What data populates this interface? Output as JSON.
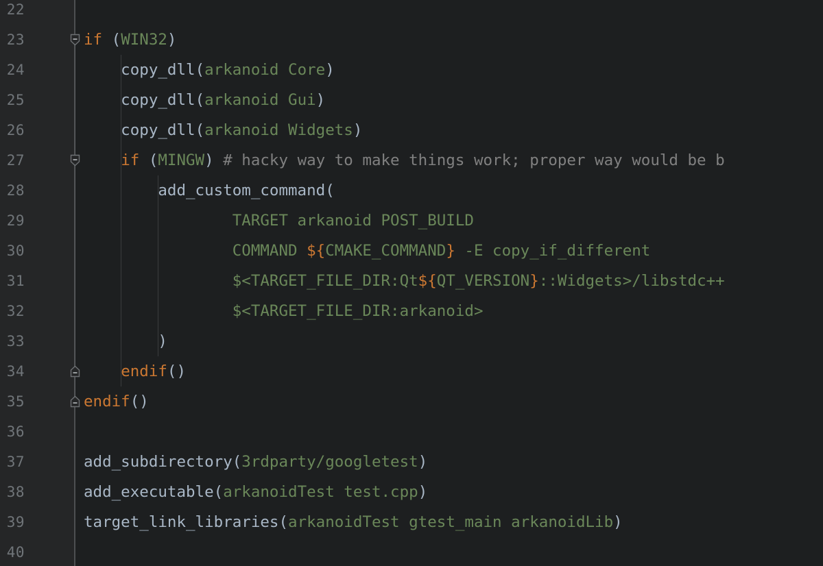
{
  "editor": {
    "file_type": "cmake",
    "theme": "darcula-dark",
    "colors": {
      "background": "#1d1f20",
      "gutter_background": "#252627",
      "gutter_divider": "#4d4f51",
      "line_number": "#707579",
      "default_text": "#A9B7C6",
      "keyword": "#CC7832",
      "argument": "#6A8759",
      "comment": "#808080",
      "indent_guide": "#3a3d3f",
      "fold_marker": "#6e7174"
    },
    "first_line_number": 22,
    "last_line_number": 40,
    "line_height": 44,
    "font_size": 22.5
  },
  "gutter": {
    "line_numbers": [
      "22",
      "23",
      "24",
      "25",
      "26",
      "27",
      "28",
      "29",
      "30",
      "31",
      "32",
      "33",
      "34",
      "35",
      "36",
      "37",
      "38",
      "39",
      "40"
    ],
    "fold_markers": [
      {
        "line": 23,
        "state": "expanded",
        "direction": "down",
        "glyph": "fold-minus-down-icon"
      },
      {
        "line": 27,
        "state": "expanded",
        "direction": "down",
        "glyph": "fold-minus-down-icon"
      },
      {
        "line": 34,
        "state": "expanded",
        "direction": "up",
        "glyph": "fold-minus-up-icon"
      },
      {
        "line": 35,
        "state": "expanded",
        "direction": "up",
        "glyph": "fold-minus-up-icon"
      }
    ]
  },
  "code": {
    "lines": [
      {
        "n": 22,
        "indent": 0,
        "tokens": []
      },
      {
        "n": 23,
        "indent": 0,
        "tokens": [
          {
            "t": "if",
            "c": "kw"
          },
          {
            "t": " ",
            "c": "fn"
          },
          {
            "t": "(",
            "c": "paren"
          },
          {
            "t": "WIN32",
            "c": "arg"
          },
          {
            "t": ")",
            "c": "paren"
          }
        ]
      },
      {
        "n": 24,
        "indent": 1,
        "tokens": [
          {
            "t": "    copy_dll",
            "c": "fn"
          },
          {
            "t": "(",
            "c": "paren"
          },
          {
            "t": "arkanoid Core",
            "c": "arg"
          },
          {
            "t": ")",
            "c": "paren"
          }
        ]
      },
      {
        "n": 25,
        "indent": 1,
        "tokens": [
          {
            "t": "    copy_dll",
            "c": "fn"
          },
          {
            "t": "(",
            "c": "paren"
          },
          {
            "t": "arkanoid Gui",
            "c": "arg"
          },
          {
            "t": ")",
            "c": "paren"
          }
        ]
      },
      {
        "n": 26,
        "indent": 1,
        "tokens": [
          {
            "t": "    copy_dll",
            "c": "fn"
          },
          {
            "t": "(",
            "c": "paren"
          },
          {
            "t": "arkanoid Widgets",
            "c": "arg"
          },
          {
            "t": ")",
            "c": "paren"
          }
        ]
      },
      {
        "n": 27,
        "indent": 1,
        "tokens": [
          {
            "t": "    ",
            "c": "fn"
          },
          {
            "t": "if",
            "c": "kw"
          },
          {
            "t": " ",
            "c": "fn"
          },
          {
            "t": "(",
            "c": "paren"
          },
          {
            "t": "MINGW",
            "c": "arg"
          },
          {
            "t": ")",
            "c": "paren"
          },
          {
            "t": " ",
            "c": "fn"
          },
          {
            "t": "# hacky way to make things work; proper way would be b",
            "c": "cmt"
          }
        ]
      },
      {
        "n": 28,
        "indent": 2,
        "tokens": [
          {
            "t": "        add_custom_command",
            "c": "fn"
          },
          {
            "t": "(",
            "c": "paren"
          }
        ]
      },
      {
        "n": 29,
        "indent": 3,
        "tokens": [
          {
            "t": "                TARGET arkanoid POST_BUILD",
            "c": "arg"
          }
        ]
      },
      {
        "n": 30,
        "indent": 3,
        "tokens": [
          {
            "t": "                COMMAND ",
            "c": "arg"
          },
          {
            "t": "${",
            "c": "var"
          },
          {
            "t": "CMAKE_COMMAND",
            "c": "arg"
          },
          {
            "t": "}",
            "c": "var"
          },
          {
            "t": " -E copy_if_different",
            "c": "arg"
          }
        ]
      },
      {
        "n": 31,
        "indent": 3,
        "tokens": [
          {
            "t": "                $<TARGET_FILE_DIR:Qt",
            "c": "arg"
          },
          {
            "t": "${",
            "c": "var"
          },
          {
            "t": "QT_VERSION",
            "c": "arg"
          },
          {
            "t": "}",
            "c": "var"
          },
          {
            "t": "::Widgets>/libstdc++",
            "c": "arg"
          }
        ]
      },
      {
        "n": 32,
        "indent": 3,
        "tokens": [
          {
            "t": "                $<TARGET_FILE_DIR:arkanoid>",
            "c": "arg"
          }
        ]
      },
      {
        "n": 33,
        "indent": 2,
        "tokens": [
          {
            "t": "        ",
            "c": "fn"
          },
          {
            "t": ")",
            "c": "paren"
          }
        ]
      },
      {
        "n": 34,
        "indent": 1,
        "tokens": [
          {
            "t": "    ",
            "c": "fn"
          },
          {
            "t": "endif",
            "c": "kw"
          },
          {
            "t": "()",
            "c": "paren"
          }
        ]
      },
      {
        "n": 35,
        "indent": 0,
        "tokens": [
          {
            "t": "endif",
            "c": "kw"
          },
          {
            "t": "()",
            "c": "paren"
          }
        ]
      },
      {
        "n": 36,
        "indent": 0,
        "tokens": []
      },
      {
        "n": 37,
        "indent": 0,
        "tokens": [
          {
            "t": "add_subdirectory",
            "c": "fn"
          },
          {
            "t": "(",
            "c": "paren"
          },
          {
            "t": "3rdparty/googletest",
            "c": "arg"
          },
          {
            "t": ")",
            "c": "paren"
          }
        ]
      },
      {
        "n": 38,
        "indent": 0,
        "tokens": [
          {
            "t": "add_executable",
            "c": "fn"
          },
          {
            "t": "(",
            "c": "paren"
          },
          {
            "t": "arkanoidTest test.cpp",
            "c": "arg"
          },
          {
            "t": ")",
            "c": "paren"
          }
        ]
      },
      {
        "n": 39,
        "indent": 0,
        "tokens": [
          {
            "t": "target_link_libraries",
            "c": "fn"
          },
          {
            "t": "(",
            "c": "paren"
          },
          {
            "t": "arkanoidTest gtest_main arkanoidLib",
            "c": "arg"
          },
          {
            "t": ")",
            "c": "paren"
          }
        ]
      },
      {
        "n": 40,
        "indent": 0,
        "tokens": []
      }
    ],
    "indent_guides": [
      {
        "col": 1,
        "from_line": 24,
        "to_line": 34
      },
      {
        "col": 2,
        "from_line": 28,
        "to_line": 33
      }
    ],
    "fold_range_lines": [
      {
        "from_line": 23,
        "to_line": 35
      },
      {
        "from_line": 27,
        "to_line": 34
      }
    ]
  }
}
